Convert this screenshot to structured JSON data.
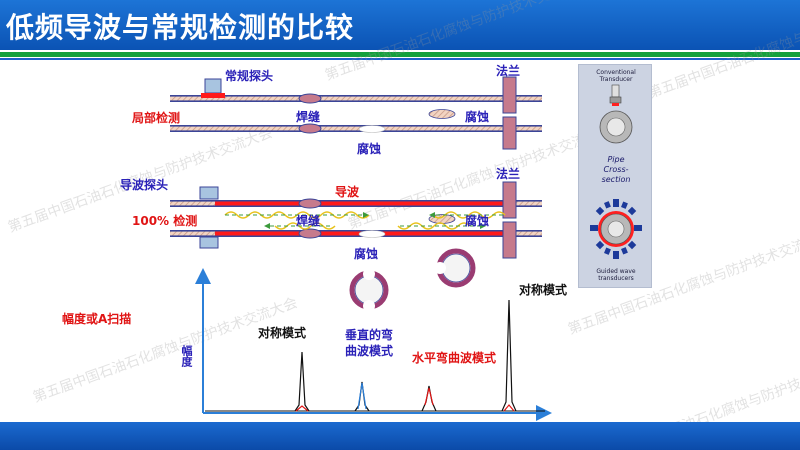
{
  "title": "低频导波与常规检测的比较",
  "labels": {
    "conventional_probe": "常规探头",
    "local_detection": "局部检测",
    "weld_1": "焊缝",
    "corrosion_1": "腐蚀",
    "corrosion_2": "腐蚀",
    "flange_1": "法兰",
    "guided_probe": "导波探头",
    "full_detection": "100% 检测",
    "guided_wave": "导波",
    "weld_2": "焊缝",
    "corrosion_3": "腐蚀",
    "corrosion_4": "腐蚀",
    "flange_2": "法兰",
    "amplitude_ascan": "幅度或A扫描",
    "amplitude_axis": "幅度",
    "symmetric_mode_1": "对称模式",
    "vertical_bending_line1": "垂直的弯",
    "vertical_bending_line2": "曲波模式",
    "horizontal_bending": "水平弯曲波模式",
    "symmetric_mode_2": "对称模式"
  },
  "side_panel": {
    "conventional_line1": "Conventional",
    "conventional_line2": "Transducer",
    "pipe_line1": "Pipe",
    "pipe_line2": "Cross-",
    "pipe_line3": "section",
    "guided_line1": "Guided wave",
    "guided_line2": "transducers"
  },
  "watermark": "第五届中国石油石化腐蚀与防护技术交流大会",
  "colors": {
    "header_blue": "#0b53b4",
    "accent_green": "#14a03c",
    "label_blue": "#2b22b8",
    "label_red": "#e01414",
    "pipe_fill": "#3b4598",
    "flange_fill": "#c67a8c"
  }
}
